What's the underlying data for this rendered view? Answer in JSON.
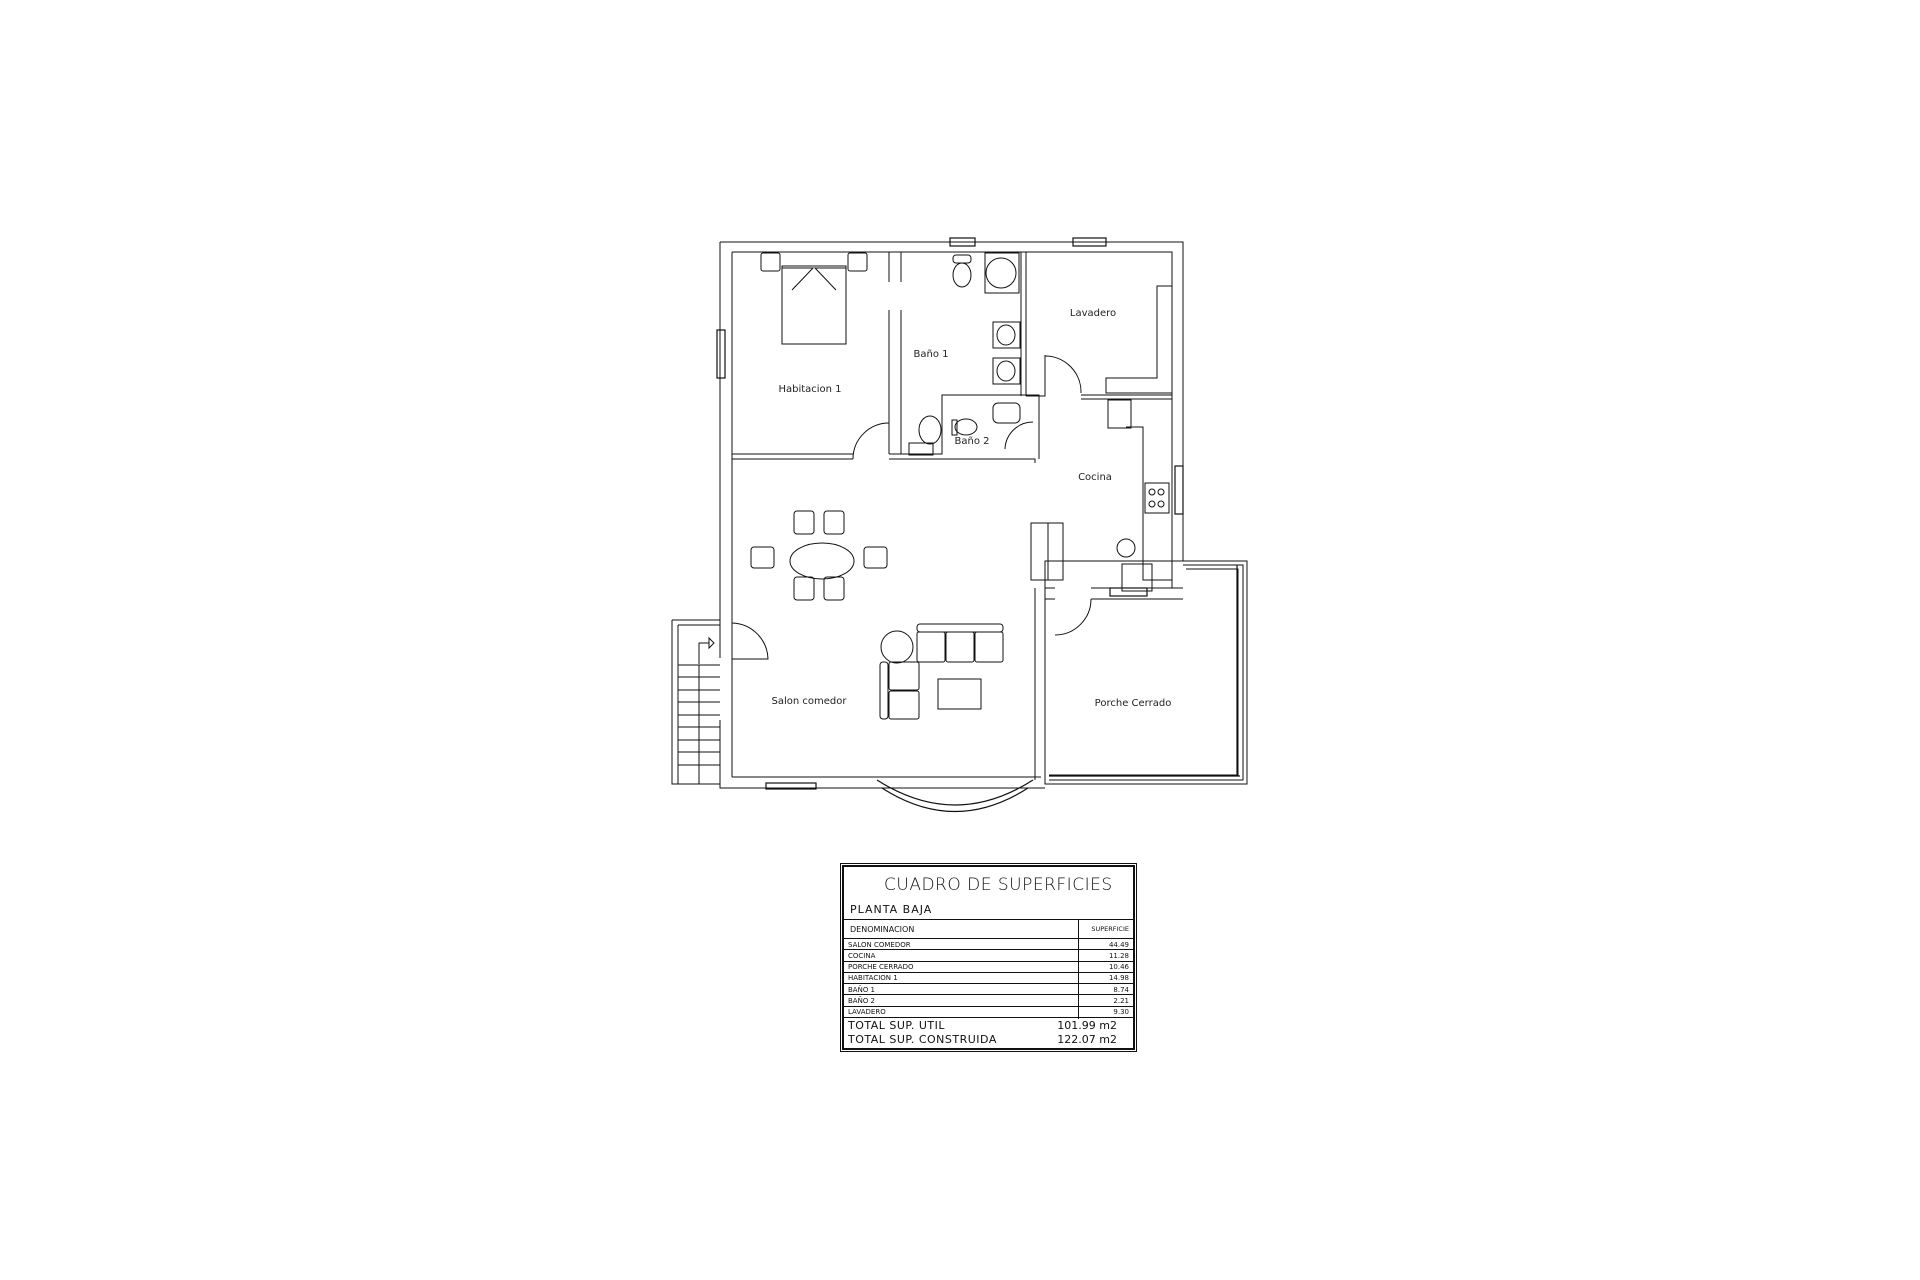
{
  "plan": {
    "rooms": {
      "habitacion": "Habitacion 1",
      "bano1": "Baño 1",
      "lavadero": "Lavadero",
      "bano2": "Baño 2",
      "cocina": "Cocina",
      "salon": "Salon comedor",
      "porche": "Porche Cerrado"
    }
  },
  "table": {
    "title": "CUADRO DE SUPERFICIES",
    "subtitle": "PLANTA BAJA",
    "col_name": "DENOMINACION",
    "col_area": "SUPERFICIE",
    "rows": [
      {
        "name": "SALON COMEDOR",
        "area": "44.49"
      },
      {
        "name": "COCINA",
        "area": "11.28"
      },
      {
        "name": "PORCHE CERRADO",
        "area": "10.46"
      },
      {
        "name": "HABITACION 1",
        "area": "14.98"
      },
      {
        "name": "BAÑO 1",
        "area": "8.74"
      },
      {
        "name": "BAÑO 2",
        "area": "2.21"
      },
      {
        "name": "LAVADERO",
        "area": "9.30"
      }
    ],
    "total_util_label": "TOTAL SUP. UTIL",
    "total_util_value": "101.99 m2",
    "total_construida_label": "TOTAL SUP. CONSTRUIDA",
    "total_construida_value": "122.07 m2"
  }
}
